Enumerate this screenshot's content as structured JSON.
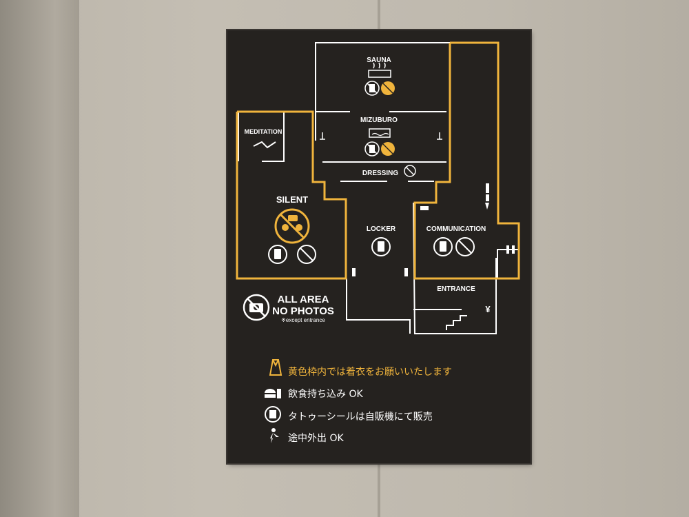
{
  "rooms": {
    "sauna": "SAUNA",
    "mizuburo": "MIZUBURO",
    "dressing": "DRESSING",
    "meditation": "MEDITATION",
    "silent": "SILENT",
    "locker": "LOCKER",
    "communication": "COMMUNICATION",
    "entrance": "ENTRANCE",
    "yen": "¥"
  },
  "no_photos": {
    "line1": "ALL AREA",
    "line2": "NO PHOTOS",
    "note": "※except entrance"
  },
  "notes": [
    {
      "text": "黄色枠内では着衣をお願いいたします",
      "icon": "robe-icon",
      "color": "#f0b43c"
    },
    {
      "text": "飲食持ち込み OK",
      "icon": "burger-drink-icon",
      "color": "#ffffff"
    },
    {
      "text": "タトゥーシールは自販機にて販売",
      "icon": "tattoo-seal-icon",
      "color": "#ffffff"
    },
    {
      "text": "途中外出 OK",
      "icon": "walking-person-icon",
      "color": "#ffffff"
    }
  ],
  "colors": {
    "accent": "#f0b43c",
    "sign": "#25221f",
    "line": "#ffffff"
  }
}
